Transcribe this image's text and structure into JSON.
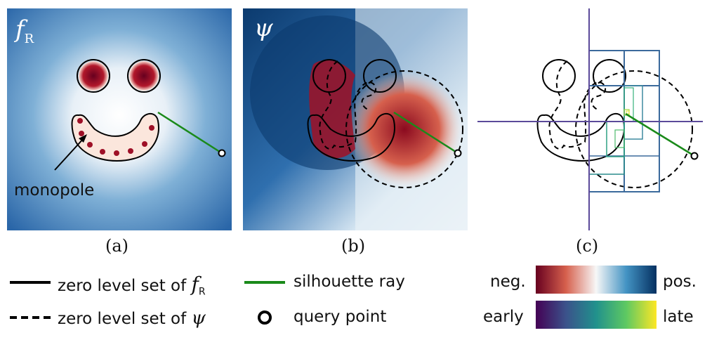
{
  "panels": [
    {
      "caption": "(a)",
      "symbol": "f",
      "subscript": "R",
      "annotation": "monopole"
    },
    {
      "caption": "(b)",
      "symbol": "ψ"
    },
    {
      "caption": "(c)"
    }
  ],
  "legend": {
    "solid_label": "zero level set of",
    "solid_symbol": "f",
    "solid_sub": "R",
    "dashed_label": "zero level set of",
    "dashed_symbol": "ψ",
    "ray_label": "silhouette ray",
    "point_label": "query point"
  },
  "colorbars": [
    {
      "left": "neg.",
      "right": "pos.",
      "colors": [
        "#67001f",
        "#d6604d",
        "#f7f7f7",
        "#4393c3",
        "#053061"
      ]
    },
    {
      "left": "early",
      "right": "late",
      "colors": [
        "#440154",
        "#3b528b",
        "#21918c",
        "#5ec962",
        "#fde725"
      ]
    }
  ],
  "colors": {
    "ray": "#1a8a1a",
    "axis": "#5b4a9a"
  }
}
